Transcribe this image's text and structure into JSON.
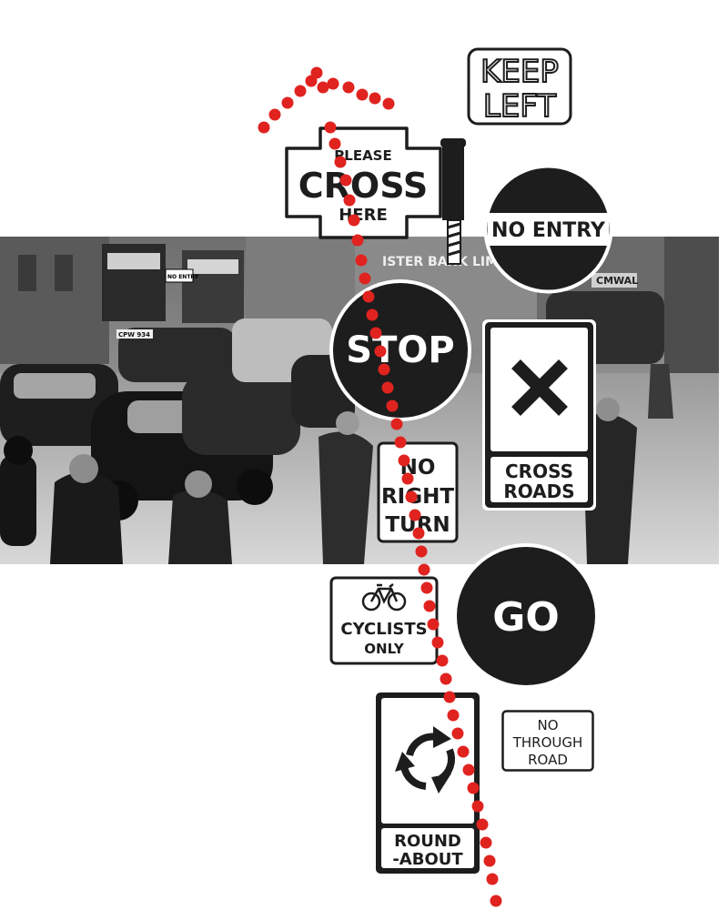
{
  "photo": {
    "building_sign": "ISTER BANK LIMI",
    "bus_sign": "NO ENTRY",
    "store_sign": "CMWAL",
    "plate": "CPW 934"
  },
  "signs": {
    "keep_left": {
      "line1": "KEEP",
      "line2": "LEFT"
    },
    "cross_here": {
      "line1": "PLEASE",
      "line2": "CROSS",
      "line3": "HERE"
    },
    "no_entry": {
      "label": "NO ENTRY"
    },
    "stop": {
      "label": "STOP"
    },
    "cross_roads": {
      "line1": "CROSS",
      "line2": "ROADS"
    },
    "no_right_turn": {
      "line1": "NO",
      "line2": "RIGHT",
      "line3": "TURN"
    },
    "go": {
      "label": "GO"
    },
    "cyclists_only": {
      "line1": "CYCLISTS",
      "line2": "ONLY"
    },
    "no_through_road": {
      "line1": "NO",
      "line2": "THROUGH",
      "line3": "ROAD"
    },
    "roundabout": {
      "line1": "ROUND",
      "line2": "-ABOUT"
    }
  },
  "colors": {
    "route_dots": "#e0231f",
    "sign_black": "#1d1d1d"
  }
}
